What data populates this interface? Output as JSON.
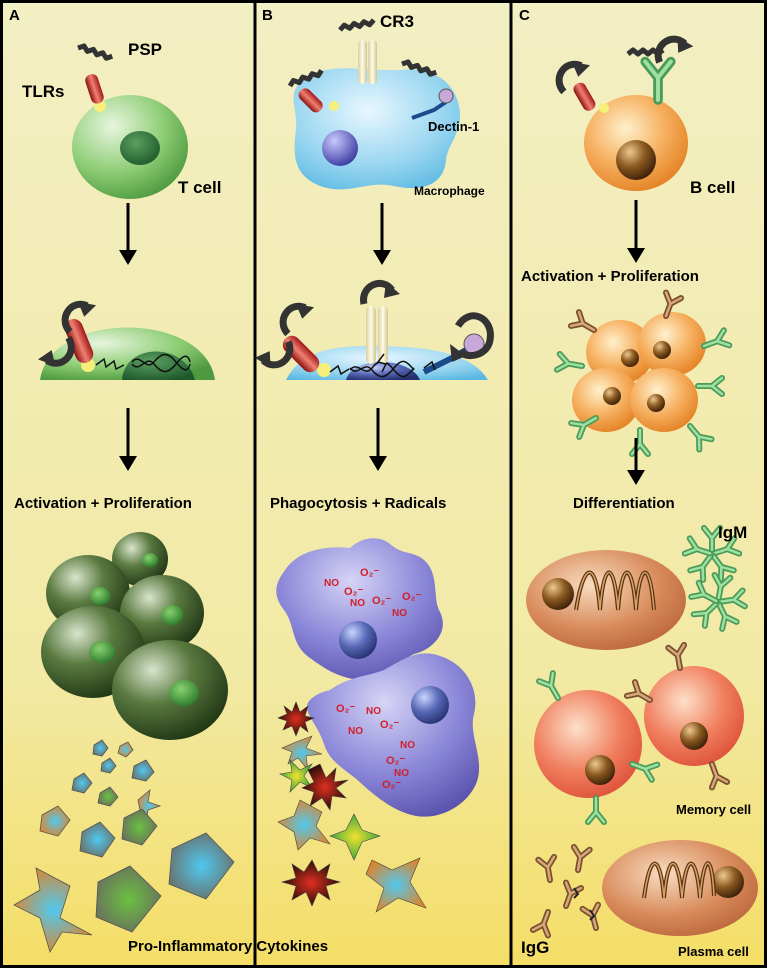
{
  "panels": {
    "a": {
      "letter": "A",
      "receptor_tlrs": "TLRs",
      "ligand_psp": "PSP",
      "cell": "T cell",
      "step1": "Activation + Proliferation"
    },
    "b": {
      "letter": "B",
      "receptor_cr3": "CR3",
      "receptor_dectin": "Dectin-1",
      "cell": "Macrophage",
      "step1": "Phagocytosis + Radicals",
      "radical_o2": "O₂⁻",
      "radical_no": "NO"
    },
    "c": {
      "letter": "C",
      "cell": "B cell",
      "step1": "Activation + Proliferation",
      "step2": "Differentiation",
      "antibody_igm": "IgM",
      "memory_cell": "Memory cell",
      "antibody_igg": "IgG",
      "plasma_cell": "Plasma cell"
    }
  },
  "footer": "Pro-Inflammatory Cytokines",
  "colors": {
    "background_top": "#f2eec0",
    "background_bottom": "#f3e070",
    "border": "#000000",
    "t_cell": "#5aaa44",
    "macrophage": "#8cd0ec",
    "activated_macrophage": "#6a62c0",
    "b_cell": "#f09030",
    "plasma_cell": "#c8683e",
    "memory_cell": "#e84c34",
    "radical_text": "#d0202a"
  }
}
